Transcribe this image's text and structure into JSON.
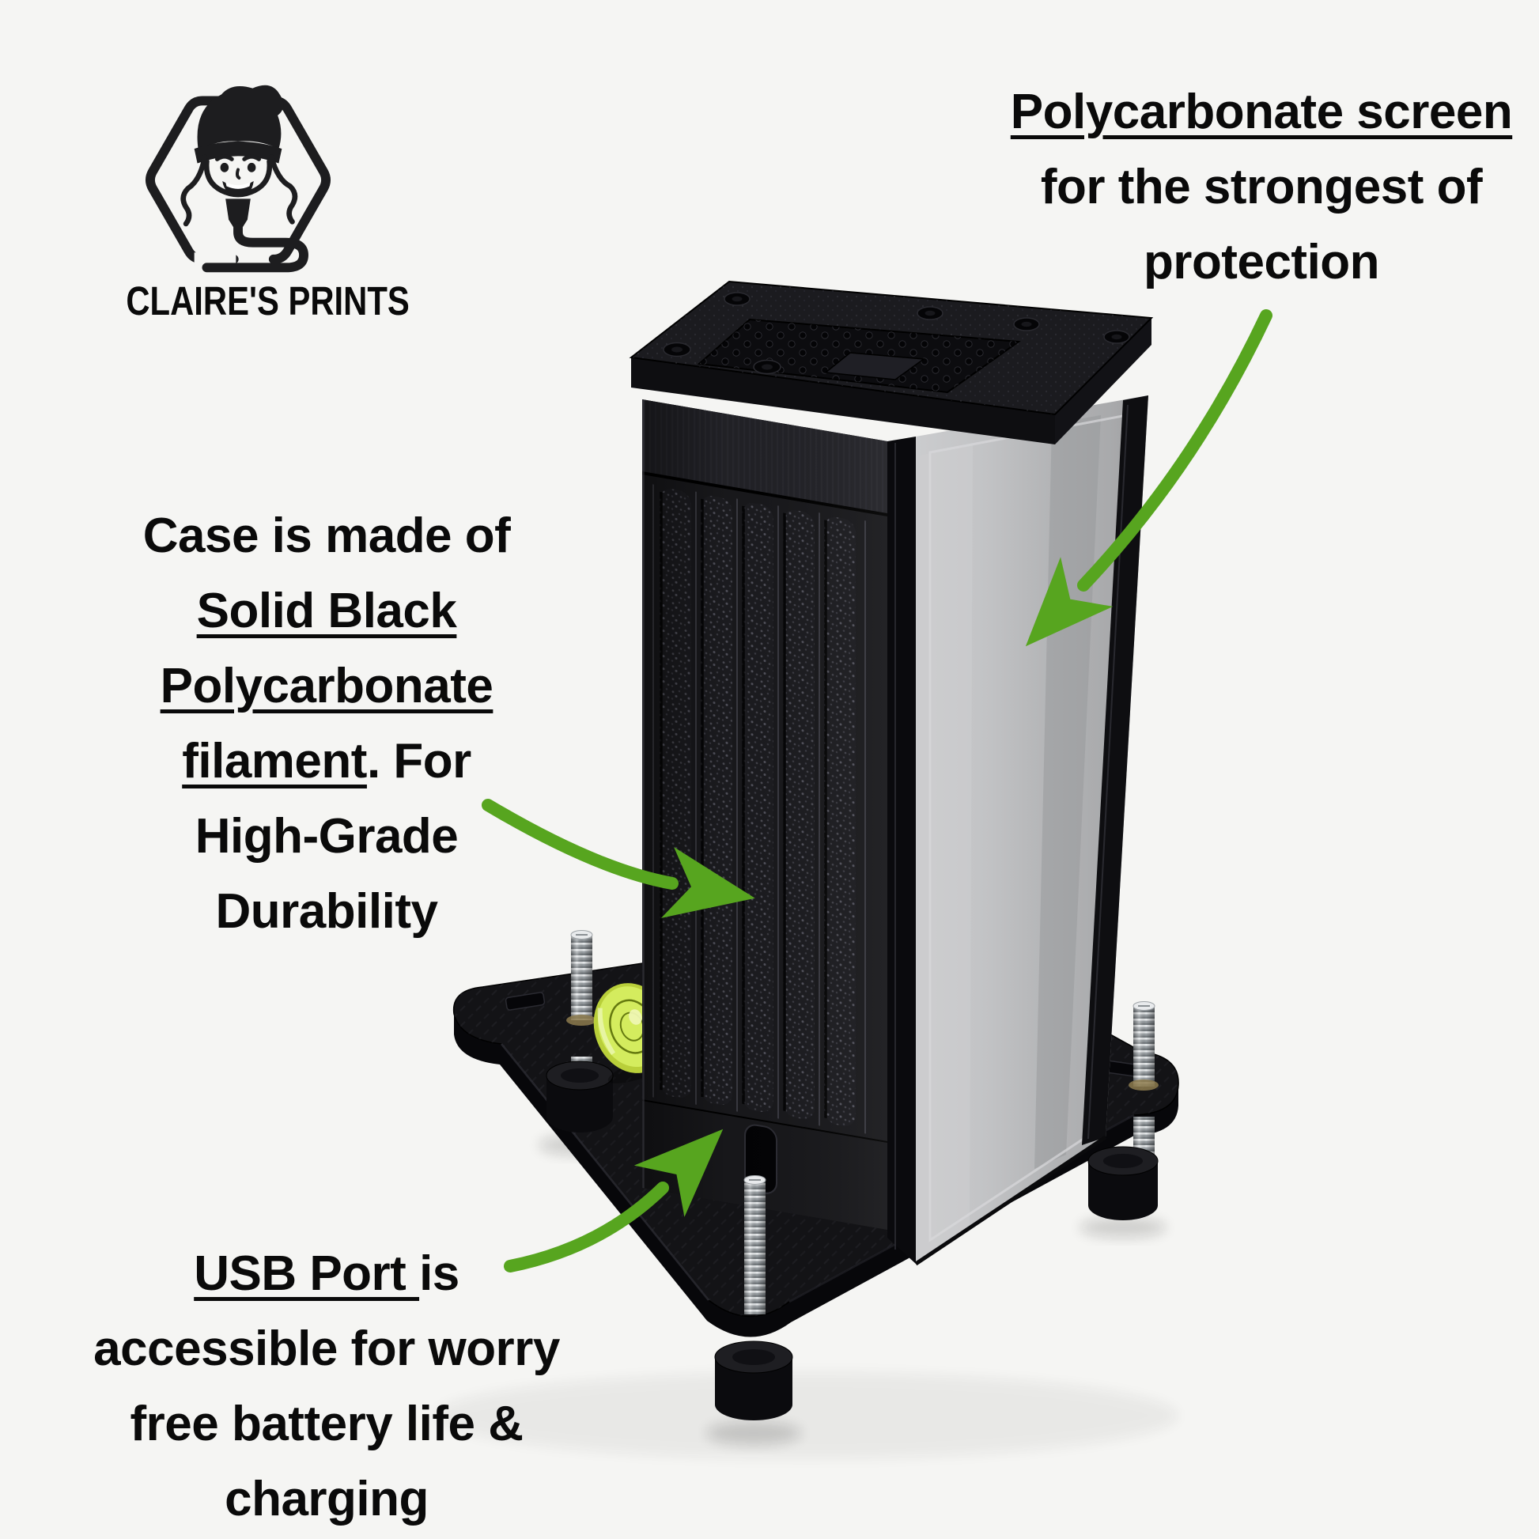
{
  "brand": {
    "name": "CLAIRE'S PRINTS",
    "logo_icon": "girl-with-beanie-and-printer-nozzle-in-hexagon"
  },
  "annotations": {
    "screen": {
      "line1_underlined": "Polycarbonate screen",
      "line2": "for the strongest of",
      "line3": "protection"
    },
    "case_material": {
      "line1": "Case is made of",
      "line2_underlined": "Solid Black",
      "line3_underlined": "Polycarbonate",
      "line4_underlined": "filament",
      "line4_rest": ". For",
      "line5": "High-Grade",
      "line6": "Durability"
    },
    "usb": {
      "line1_underlined": "USB Port ",
      "line1_rest": "is",
      "line2": "accessible for worry",
      "line3": "free battery life &",
      "line4": "charging"
    }
  },
  "product": {
    "subject": "black 3D-printed speaker-stand style case with polycarbonate side screen on a leveling base plate",
    "parts": [
      "top-cap",
      "vented-front-panel",
      "polycarbonate-screen",
      "usb-port-slot",
      "base-plate",
      "bubble-level",
      "leveling-screws",
      "rubber-feet"
    ]
  },
  "colors": {
    "background": "#f5f5f3",
    "text": "#0a0a0a",
    "arrow_green": "#57a51f",
    "case_black": "#17171a",
    "screen_gray": "#b7b8ba",
    "level_green": "#cfe84f",
    "screw_silver": "#ccd0d3"
  }
}
